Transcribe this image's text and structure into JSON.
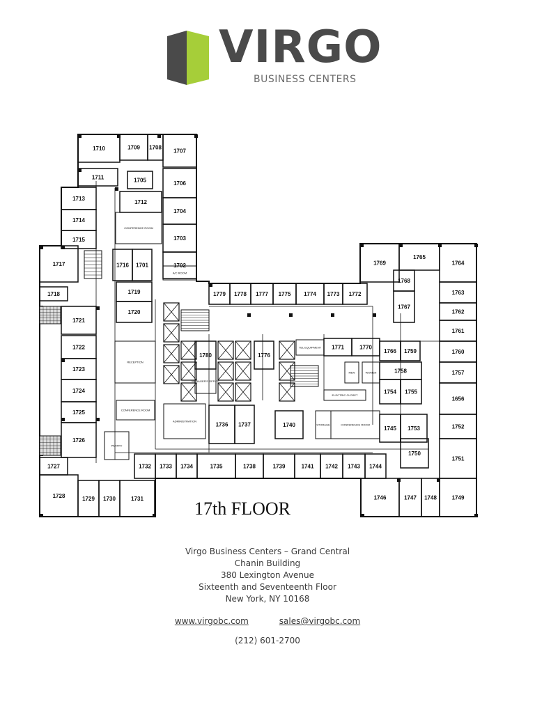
{
  "brand": {
    "name": "VIRGO",
    "tagline": "BUSINESS CENTERS",
    "colors": {
      "dark": "#4a4a4a",
      "accent": "#a6ce39"
    }
  },
  "floor_title": "17th FLOOR",
  "rooms": [
    "1710",
    "1709",
    "1708",
    "1707",
    "1711",
    "1705",
    "1706",
    "1713",
    "1712",
    "1704",
    "1714",
    "1703",
    "1715",
    "1702",
    "1717",
    "1716",
    "1701",
    "1718",
    "1719",
    "1720",
    "1721",
    "1722",
    "1723",
    "1724",
    "1725",
    "1726",
    "1727",
    "1728",
    "1729",
    "1730",
    "1731",
    "1732",
    "1733",
    "1734",
    "1735",
    "1736",
    "1737",
    "1738",
    "1739",
    "1740",
    "1741",
    "1742",
    "1743",
    "1744",
    "1745",
    "1746",
    "1747",
    "1748",
    "1749",
    "1750",
    "1751",
    "1752",
    "1753",
    "1754",
    "1755",
    "1656",
    "1757",
    "1758",
    "1759",
    "1760",
    "1761",
    "1762",
    "1763",
    "1764",
    "1765",
    "1766",
    "1767",
    "1768",
    "1769",
    "1770",
    "1771",
    "1772",
    "1773",
    "1774",
    "1775",
    "1776",
    "1777",
    "1778",
    "1779",
    "1780"
  ],
  "special_rooms": {
    "conference_1": "CONFERENCE ROOM",
    "conference_2": "CONFERENCE ROOM",
    "conference_3": "CONFERENCE ROOM",
    "reception": "RECEPTION",
    "managers_office": "MANAGER'S OFFICE",
    "administration": "ADMINISTRATION",
    "pantry": "PANTRY",
    "ac_room": "A/C ROOM",
    "electric_closet": "ELECTRIC CLOSET",
    "storage": "STORAGE",
    "men": "MEN",
    "women": "WOMEN",
    "tel_equipment": "TEL EQUIPMENT"
  },
  "footer": {
    "company": "Virgo Business Centers – Grand Central",
    "building": "Chanin Building",
    "street": "380 Lexington Avenue",
    "floors": "Sixteenth and Seventeenth Floor",
    "city": "New York, NY 10168",
    "website": "www.virgobc.com",
    "email": "sales@virgobc.com",
    "phone": "(212) 601-2700"
  }
}
